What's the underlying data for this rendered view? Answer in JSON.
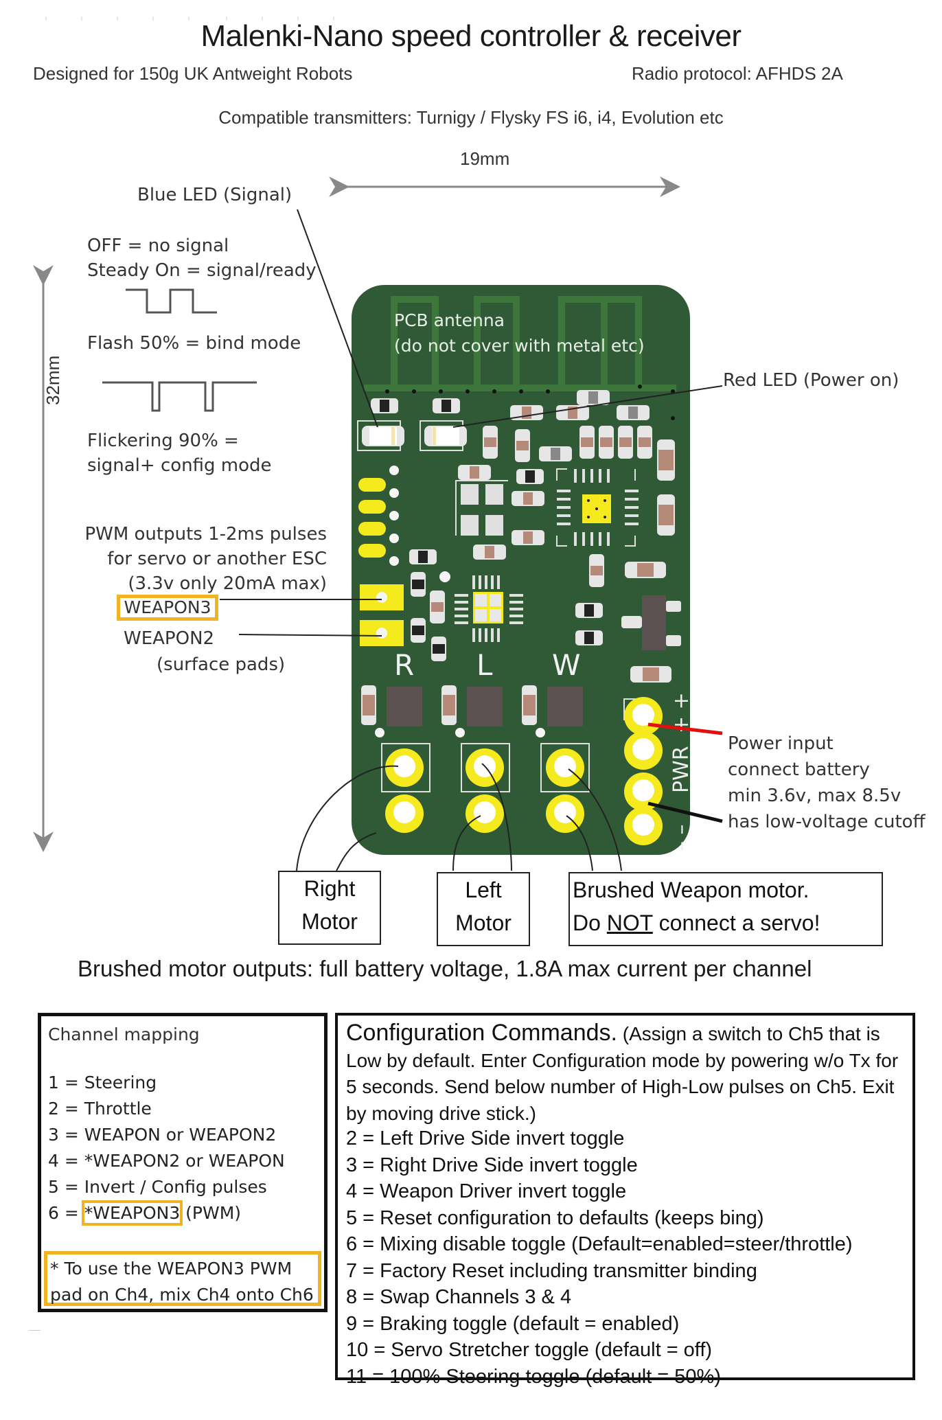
{
  "header": {
    "title": "Malenki-Nano speed controller & receiver",
    "subtitle_left": "Designed for 150g UK Antweight Robots",
    "subtitle_right": "Radio protocol: AFHDS 2A",
    "compatible": "Compatible transmitters: Turnigy / Flysky FS i6, i4, Evolution etc"
  },
  "dimensions": {
    "width_label": "19mm",
    "height_label": "32mm"
  },
  "blue_led": {
    "label": "Blue LED (Signal)",
    "states": [
      "OFF = no signal",
      "Steady On = signal/ready",
      "Flash 50% = bind mode",
      "Flickering 90% =",
      "signal+ config mode"
    ]
  },
  "red_led": {
    "label": "Red LED (Power on)"
  },
  "pcb": {
    "antenna_line1": "PCB antenna",
    "antenna_line2": "(do not cover with metal etc)",
    "channel_letters": [
      "R",
      "L",
      "W"
    ],
    "power_silk": "PWR",
    "plus_marks": "+ +",
    "minus_marks": "– –",
    "colors": {
      "board": "#2f5a35",
      "board_edge": "#264d2c",
      "trace": "#3f7a3c",
      "pad": "#f5ea1d",
      "silk": "#f0f0f0",
      "highlight": "#f0b323",
      "power_wire": "#e01010"
    }
  },
  "pwm": {
    "line1": "PWM outputs 1-2ms pulses",
    "line2": "for servo or another ESC",
    "line3": "(3.3v only 20mA max)",
    "weapon3": "WEAPON3",
    "weapon2": "WEAPON2",
    "surface": "(surface pads)"
  },
  "power": {
    "lines": [
      "Power input",
      "connect battery",
      "min 3.6v, max 8.5v",
      "has low-voltage cutoff"
    ]
  },
  "motors": {
    "right": [
      "Right",
      "Motor"
    ],
    "left": [
      "Left",
      "Motor"
    ],
    "weapon_line1": "Brushed Weapon motor.",
    "weapon_line2_pre": "Do ",
    "weapon_line2_emph": "NOT",
    "weapon_line2_post": " connect a servo!",
    "footer": "Brushed motor outputs: full battery voltage, 1.8A max current per channel"
  },
  "channel_mapping": {
    "title": "Channel mapping",
    "items": [
      "1 = Steering",
      "2 = Throttle",
      "3 = WEAPON or WEAPON2",
      "4 = *WEAPON2 or WEAPON",
      "5 = Invert / Config pulses"
    ],
    "item6_prefix": "6 = ",
    "item6_highlight": "*WEAPON3",
    "item6_suffix": " (PWM)",
    "footnote_line1": "* To use the WEAPON3 PWM",
    "footnote_line2": "pad on Ch4, mix Ch4 onto Ch6"
  },
  "config": {
    "heading": "Configuration Commands.",
    "intro": " (Assign a switch to Ch5 that is Low by default. Enter Configuration mode by powering w/o Tx for 5 seconds. Send below number of High-Low pulses on Ch5. Exit by moving drive stick.)",
    "commands": [
      "2 = Left Drive Side invert toggle",
      "3 = Right Drive Side invert toggle",
      "4 = Weapon Driver invert toggle",
      "5 = Reset configuration to defaults (keeps bing)",
      "6 = Mixing disable toggle (Default=enabled=steer/throttle)",
      "7 = Factory Reset including transmitter binding",
      "8 = Swap Channels 3 & 4",
      "9 = Braking toggle (default = enabled)",
      "10 = Servo Stretcher toggle (default = off)",
      "11 = 100% Steering toggle (default = 50%)"
    ]
  }
}
